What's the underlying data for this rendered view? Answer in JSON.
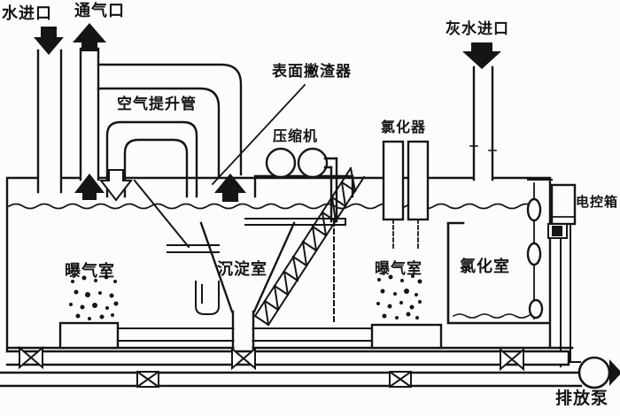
{
  "diagram": {
    "type": "sewage-treatment-unit-schematic",
    "style": "black-ink line drawing on white (scanned)",
    "colors": {
      "ink": "#151515",
      "background": "#fcfcfc"
    },
    "labels": {
      "water_inlet": "水进口",
      "vent": "通气口",
      "air_lift_pipe": "空气提升管",
      "surface_skimmer": "表面撇渣器",
      "compressor": "压缩机",
      "chlorinator": "氯化器",
      "grey_water_inlet": "灰水进口",
      "electric_control_box": "电控箱",
      "aeration_chamber_left": "曝气室",
      "sedimentation_chamber": "沉淀室",
      "aeration_chamber_right": "曝气室",
      "chlorination_chamber": "氯化室",
      "discharge_pump": "排放泵"
    }
  }
}
